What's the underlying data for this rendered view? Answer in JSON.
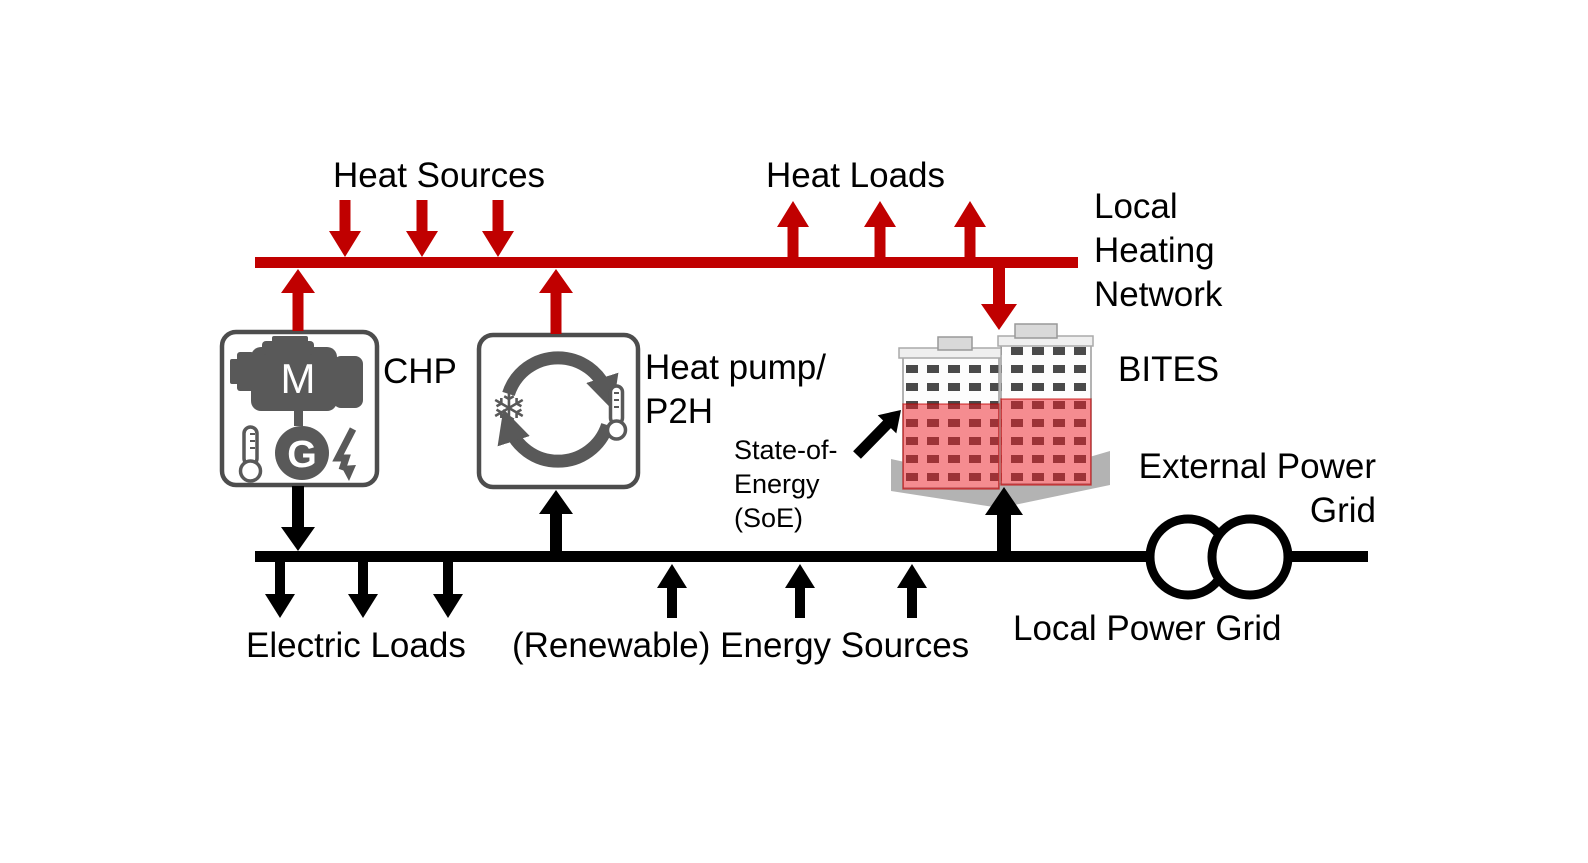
{
  "figure": {
    "heating_network": {
      "color": "#C00000",
      "heat_sources_label": "Heat Sources",
      "heat_loads_label": "Heat Loads",
      "network_label": "Local Heating Network"
    },
    "power_grid": {
      "color": "#000000",
      "electric_loads_label": "Electric Loads",
      "energy_sources_label": "(Renewable) Energy Sources",
      "local_grid_label": "Local Power Grid",
      "external_grid_label": "External Power Grid"
    },
    "components": {
      "chp": {
        "label": "CHP",
        "motor_letter": "M",
        "generator_letter": "G"
      },
      "heat_pump": {
        "label_line1": "Heat pump/",
        "label_line2": "P2H"
      },
      "bites": {
        "label": "BITES",
        "soe_line1": "State-of-",
        "soe_line2": "Energy",
        "soe_line3": "(SoE)",
        "storage_fill_color": "#ED1C24"
      }
    },
    "icons": {
      "snowflake_glyph": "❄",
      "icon_gray": "#595959"
    }
  }
}
